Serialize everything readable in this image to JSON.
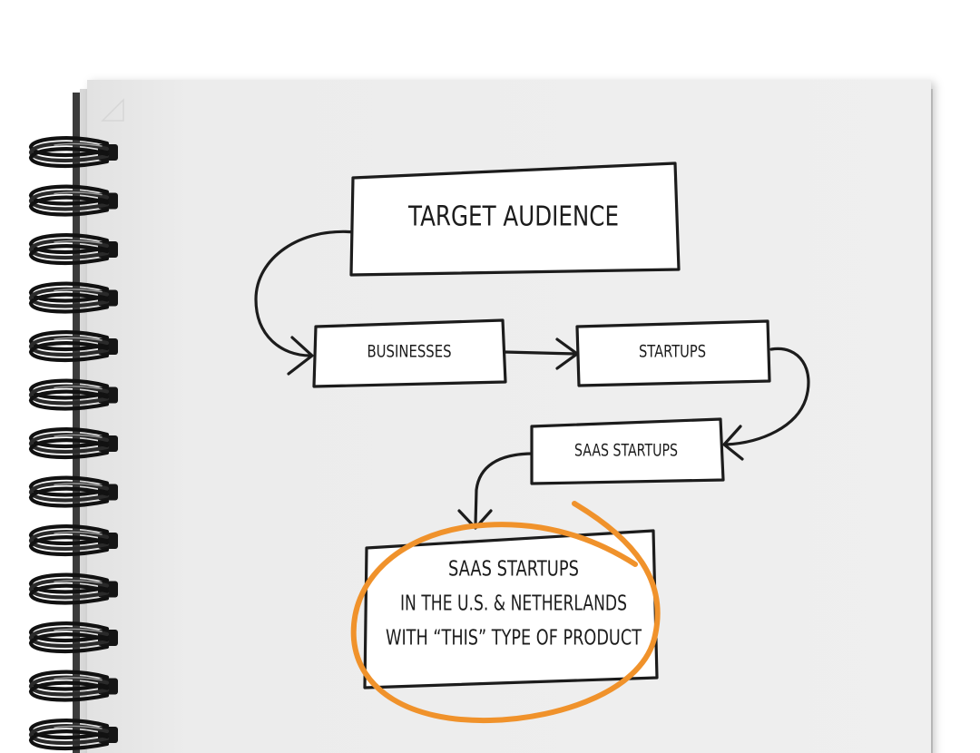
{
  "diagram": {
    "nodes": {
      "target_audience": "TARGET AUDIENCE",
      "businesses": "BUSINESSES",
      "startups": "STARTUPS",
      "saas_startups": "SAAS STARTUPS",
      "final_lines": [
        "SAAS STARTUPS",
        "IN THE U.S. & NETHERLANDS",
        "WITH “THIS” TYPE OF PRODUCT"
      ]
    },
    "edges": [
      {
        "from": "target_audience",
        "to": "businesses"
      },
      {
        "from": "businesses",
        "to": "startups"
      },
      {
        "from": "startups",
        "to": "saas_startups"
      },
      {
        "from": "saas_startups",
        "to": "final"
      }
    ],
    "highlight": {
      "target": "final",
      "color": "#f0922b"
    }
  },
  "colors": {
    "paper": "#ededed",
    "ink": "#1c1c1c",
    "highlight": "#f0922b"
  },
  "icons": [
    "spiral-binding-icon",
    "page-corner-fold-icon"
  ]
}
